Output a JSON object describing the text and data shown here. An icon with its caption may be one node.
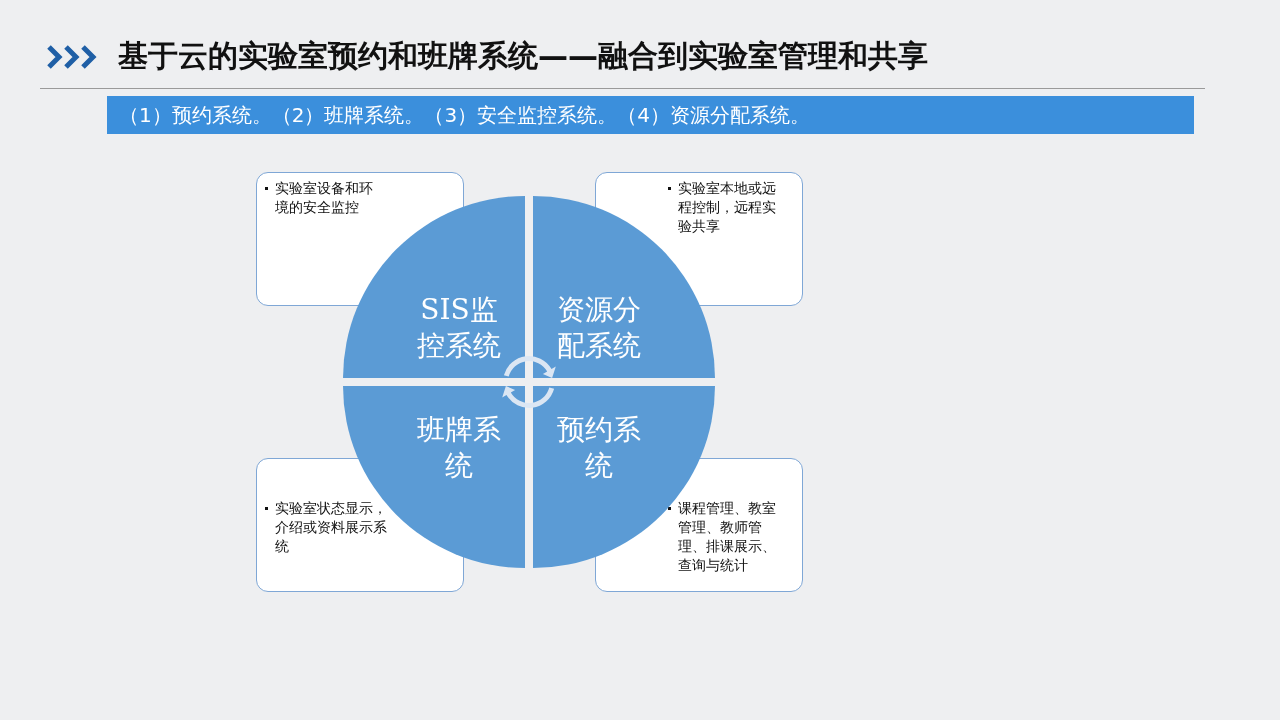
{
  "diagram": {
    "title": "基于云的实验室预约和班牌系统——融合到实验室管理和共享",
    "nodes": [
      {
        "text": [
          "实验室设备和环境的安全监控"
        ]
      },
      {
        "text": [
          "实验室本地或远程控制，远程实验共享"
        ]
      },
      {
        "text": [
          "SIS监控系统"
        ]
      },
      {
        "text": [
          "资源分配系统"
        ]
      },
      {
        "text": [
          "班牌系统"
        ]
      },
      {
        "text": [
          "预约系统"
        ]
      },
      {
        "text": [
          "实验室状态显示，介绍或资料展示系统"
        ]
      },
      {
        "text": [
          "课程管理、教室管理、教师管理、排课展示、查询与统计"
        ]
      }
    ],
    "labels": [
      "（1）预约系统。（2）班牌系统。（3）安全监控系统。（4）资源分配系统。"
    ]
  }
}
